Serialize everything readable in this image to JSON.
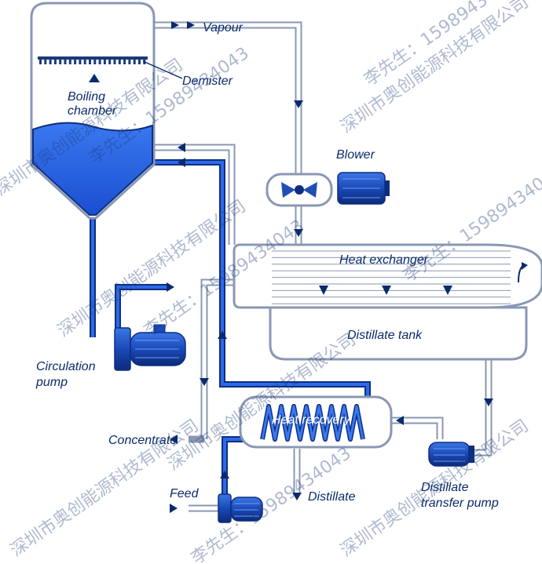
{
  "labels": {
    "vapour": "Vapour",
    "demister": "Demister",
    "boiling_chamber_1": "Boiling",
    "boiling_chamber_2": "chamber",
    "blower": "Blower",
    "heat_exchanger": "Heat exchanger",
    "distillate_tank": "Distillate tank",
    "circulation_pump_1": "Circulation",
    "circulation_pump_2": "pump",
    "heat_recovery": "Heat recovery",
    "concentrate": "Concentrate",
    "feed": "Feed",
    "distillate": "Distillate",
    "distillate_transfer_pump_1": "Distillate",
    "distillate_transfer_pump_2": "transfer pump"
  },
  "watermark": {
    "company": "深圳市奥创能源科技有限公司",
    "contact": "李先生：15989434043"
  },
  "colors": {
    "liquid_blue": "#1f5fe0",
    "dark_blue": "#0d2e80",
    "pipe_grey": "#8a97b4",
    "label_navy": "#0b2a6b"
  }
}
